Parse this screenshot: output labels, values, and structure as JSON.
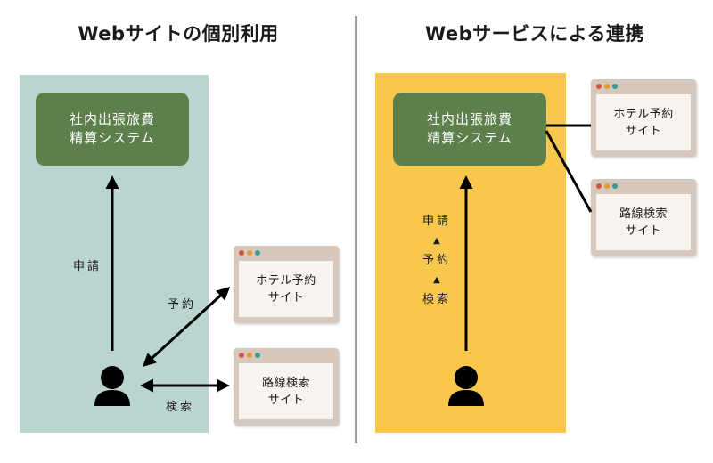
{
  "titles": {
    "left": "Webサイトの個別利用",
    "right": "Webサービスによる連携"
  },
  "system": {
    "line1": "社内出張旅費",
    "line2": "精算システム"
  },
  "hotel_site": {
    "line1": "ホテル予約",
    "line2": "サイト"
  },
  "route_site": {
    "line1": "路線検索",
    "line2": "サイト"
  },
  "left_labels": {
    "apply": "申請",
    "reserve": "予約",
    "search": "検索"
  },
  "right_flow": {
    "apply": "申請",
    "reserve": "予約",
    "search": "検索",
    "arrow_glyph": "▲"
  },
  "colors": {
    "left_panel": "#bad5cf",
    "right_panel": "#f8c74c",
    "system_box": "#5d7f4b",
    "browser_frame": "#d7c8bd",
    "divider": "#9e9e9e"
  },
  "icons": {
    "user": "person-icon",
    "browser_dots": [
      "red",
      "orange",
      "green"
    ]
  }
}
